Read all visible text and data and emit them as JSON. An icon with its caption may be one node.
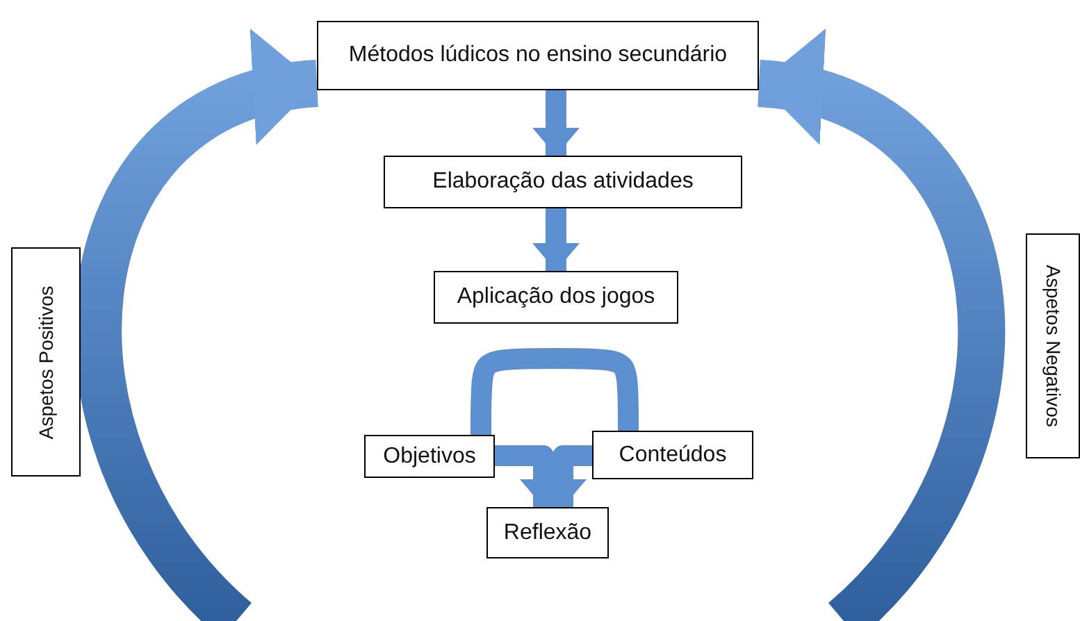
{
  "diagram": {
    "nodes": [
      {
        "text": [
          "Métodos lúdicos no ensino secundário"
        ]
      },
      {
        "text": [
          "Elaboração das atividades"
        ]
      },
      {
        "text": [
          "Aplicação dos jogos"
        ]
      },
      {
        "text": [
          "Objetivos"
        ]
      },
      {
        "text": [
          "Conteúdos"
        ]
      },
      {
        "text": [
          "Reflexão"
        ]
      },
      {
        "text": [
          "Aspetos Positivos"
        ]
      },
      {
        "text": [
          "Aspetos Negativos"
        ]
      }
    ],
    "edges": [
      {
        "from": 0,
        "to": 1,
        "arrow": "to"
      },
      {
        "from": 1,
        "to": 2,
        "arrow": "to"
      },
      {
        "from": 3,
        "to": 4,
        "arrow": "none"
      },
      {
        "from": 3,
        "to": 5,
        "arrow": "to"
      },
      {
        "from": 4,
        "to": 5,
        "arrow": "to"
      },
      {
        "from": null,
        "to": 0,
        "arrow": "to"
      },
      {
        "from": null,
        "to": 0,
        "arrow": "to"
      }
    ]
  }
}
